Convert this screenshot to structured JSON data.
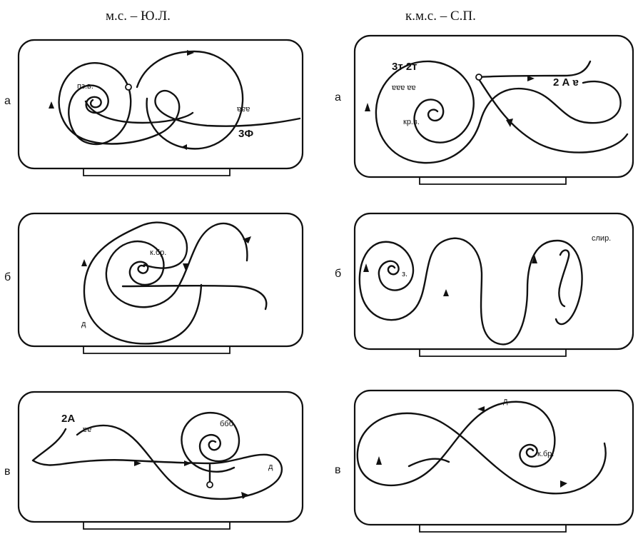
{
  "titles": {
    "left": "м.с. – Ю.Л.",
    "right": "к.м.с. – С.П."
  },
  "rows": [
    {
      "letter": "а"
    },
    {
      "letter": "б"
    },
    {
      "letter": "в"
    }
  ],
  "labels": {
    "left_a": {
      "pzv": "пз.в.",
      "ffa": "ɐɐɐ",
      "zf": "3Ф"
    },
    "right_a": {
      "z2t": "3т 2т",
      "ffb": "ɐɐɐ ɐɐ",
      "krv": "кр.в.",
      "twoa": "2 А ɐ"
    },
    "left_b": {
      "kbr": "к.бр.",
      "d": "д"
    },
    "right_b": {
      "slir": "слир.",
      "z": "з."
    },
    "left_c": {
      "twoA": "2А",
      "ffc": "ɐɐ",
      "bbb": "ббб",
      "d": "д"
    },
    "right_c": {
      "kbr": "к.бр.",
      "d": "д"
    }
  }
}
